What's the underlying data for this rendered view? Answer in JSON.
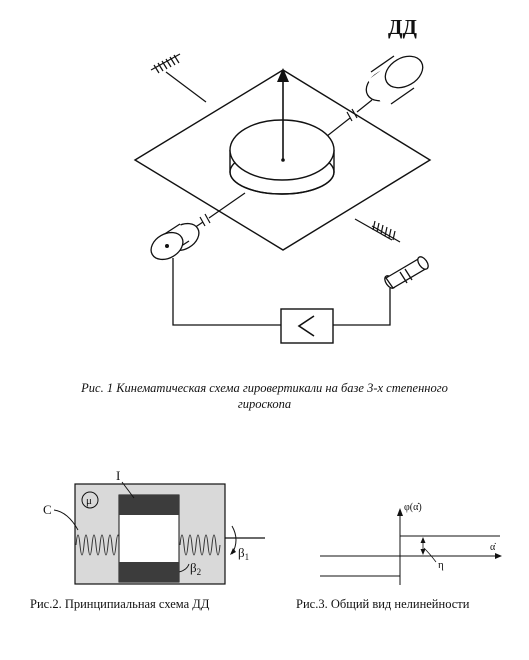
{
  "figure1": {
    "label_dd": "ДД",
    "caption_line1": "Рис. 1 Кинематическая схема гировертикали на базе 3-х степенного",
    "caption_line2": "гироскопа"
  },
  "figure2": {
    "label_c": "C",
    "label_mu": "μ",
    "label_i": "I",
    "label_beta1": "β",
    "label_beta1_sub": "1",
    "label_beta2": "β",
    "label_beta2_sub": "2",
    "caption": "Рис.2. Принципиальная схема ДД"
  },
  "figure3": {
    "label_phi": "φ(α̇)",
    "label_alpha": "α̇",
    "label_eta": "η",
    "caption": "Рис.3. Общий вид нелинейности"
  }
}
